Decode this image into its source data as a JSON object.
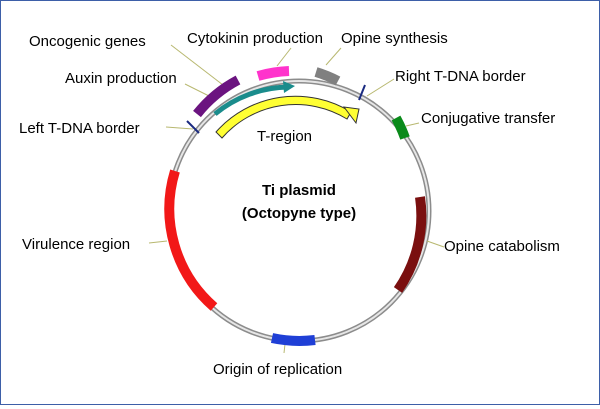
{
  "title_line1": "Ti plasmid",
  "title_line2": "(Octopyne type)",
  "labels": {
    "oncogenic_genes": "Oncogenic genes",
    "cytokinin_production": "Cytokinin production",
    "opine_synthesis": "Opine synthesis",
    "right_tdna_border": "Right T-DNA border",
    "auxin_production": "Auxin production",
    "left_tdna_border": "Left T-DNA border",
    "conjugative_transfer": "Conjugative transfer",
    "t_region": "T-region",
    "virulence_region": "Virulence region",
    "opine_catabolism": "Opine catabolism",
    "origin_of_replication": "Origin of replication"
  },
  "colors": {
    "plasmid_ring": "#8c8c8c",
    "cytokinin": "#ff33cc",
    "opine_synthesis": "#808080",
    "conjugative_transfer": "#0a8a1a",
    "opine_catabolism": "#7a0f0f",
    "origin": "#1f3fd6",
    "virulence": "#f21818",
    "auxin": "#6b1480",
    "oncogenic_arrow": "#1a8c8c",
    "t_region_arrow": "#ffff33",
    "border_marker": "#1a2a80",
    "leader": "#b8b870"
  }
}
